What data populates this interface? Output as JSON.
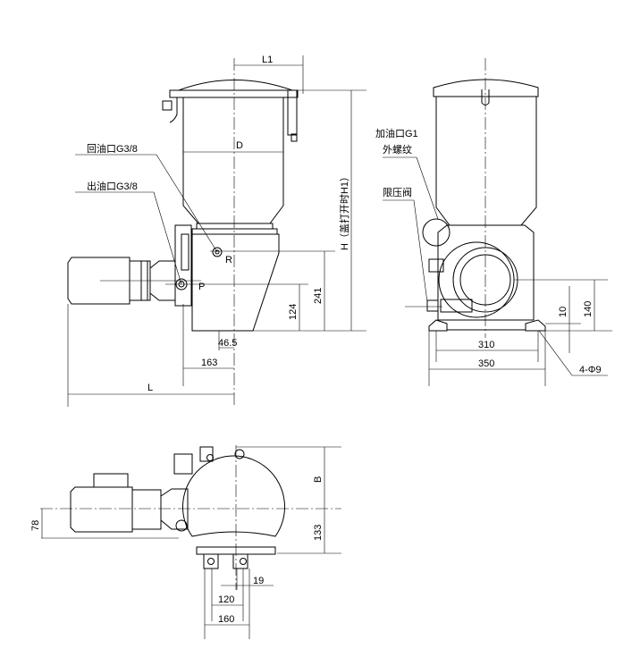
{
  "side_view": {
    "dims": {
      "L1": "L1",
      "D": "D",
      "H": "H（盖打开时H1）",
      "d241": "241",
      "d124": "124",
      "d46_5": "46.5",
      "d163": "163",
      "L": "L"
    },
    "labels": {
      "return_port": "回油口G3/8",
      "outlet_port": "出油口G3/8",
      "R": "R",
      "P": "P"
    }
  },
  "front_view": {
    "dims": {
      "d310": "310",
      "d350": "350",
      "d140": "140",
      "d10": "10",
      "holes": "4-Φ9"
    },
    "labels": {
      "fill_port": "加油口G1",
      "fill_thread": "外螺纹",
      "relief_valve": "限压阀"
    }
  },
  "top_view": {
    "dims": {
      "B": "B",
      "d133": "133",
      "d78": "78",
      "d19": "19",
      "d120": "120",
      "d160": "160"
    }
  }
}
